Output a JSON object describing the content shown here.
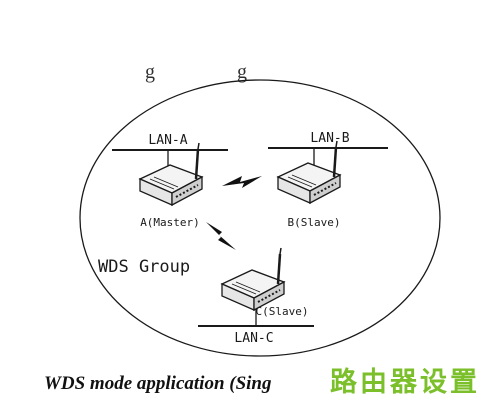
{
  "diagram": {
    "lans": {
      "a": "LAN-A",
      "b": "LAN-B",
      "c": "LAN-C"
    },
    "routers": {
      "a": "A(Master)",
      "b": "B(Slave)",
      "c": "C(Slave)"
    },
    "group_label": "WDS Group",
    "caption": "WDS mode application (Sing",
    "watermark": "路由器设置"
  },
  "colors": {
    "ink": "#1a1a1a",
    "watermark": "#7bbf2a"
  }
}
